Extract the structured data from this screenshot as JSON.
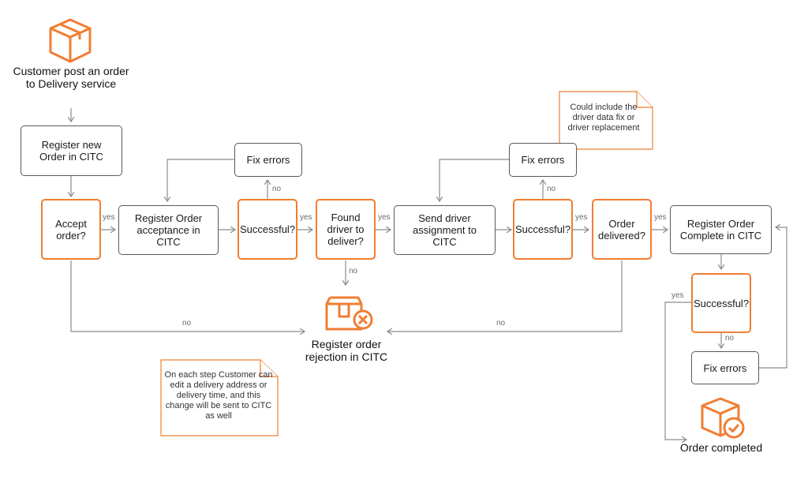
{
  "diagram": {
    "colors": {
      "accent": "#f07e33",
      "line": "#8c8c8c",
      "box_border": "#5a5a5a"
    },
    "start_label": "Customer post an order to Delivery service",
    "end_rejection_label": "Register order rejection in CITC",
    "end_complete_label": "Order completed",
    "processes": {
      "register_new": "Register new Order in CITC",
      "register_acceptance": "Register Order acceptance in CITC",
      "fix_errors_1": "Fix errors",
      "send_driver": "Send driver assignment to CITC",
      "fix_errors_2": "Fix errors",
      "register_complete": "Register Order Complete in CITC",
      "fix_errors_3": "Fix errors"
    },
    "decisions": {
      "accept_order": "Accept order?",
      "successful_1": "Successful?",
      "found_driver": "Found driver to deliver?",
      "successful_2": "Successful?",
      "order_delivered": "Order delivered?",
      "successful_3": "Successful?"
    },
    "edge_labels": {
      "yes1": "yes",
      "yes2": "yes",
      "yes3": "yes",
      "yes4": "yes",
      "yes5": "yes",
      "yes6": "yes",
      "no1": "no",
      "no2": "no",
      "no3": "no",
      "no4": "no",
      "no5": "no",
      "no6": "no"
    },
    "notes": {
      "driver_note": "Could include the driver data fix or driver replacement",
      "edit_note": "On each step Customer can edit a delivery address or delivery time, and this change will be sent to CITC as well"
    },
    "icons": {
      "start": "package-icon",
      "rejection": "package-cancel-icon",
      "complete": "package-check-icon"
    }
  }
}
